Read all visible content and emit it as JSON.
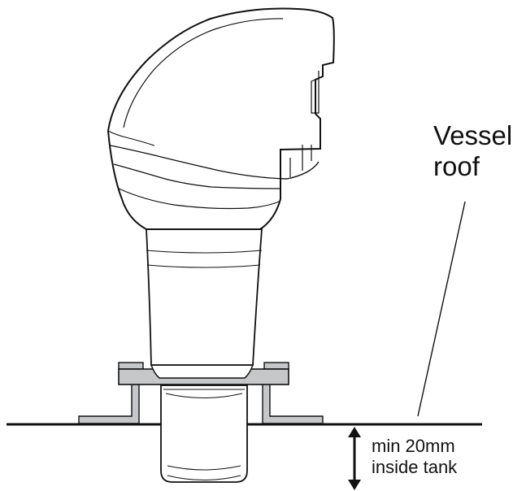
{
  "labels": {
    "vessel_roof_line1": "Vessel",
    "vessel_roof_line2": "roof",
    "clearance_line1": "min 20mm",
    "clearance_line2": "inside tank"
  },
  "colors": {
    "line": "#111111",
    "sensor_fill": "#ffffff",
    "flange_fill": "#c6c7c9"
  }
}
